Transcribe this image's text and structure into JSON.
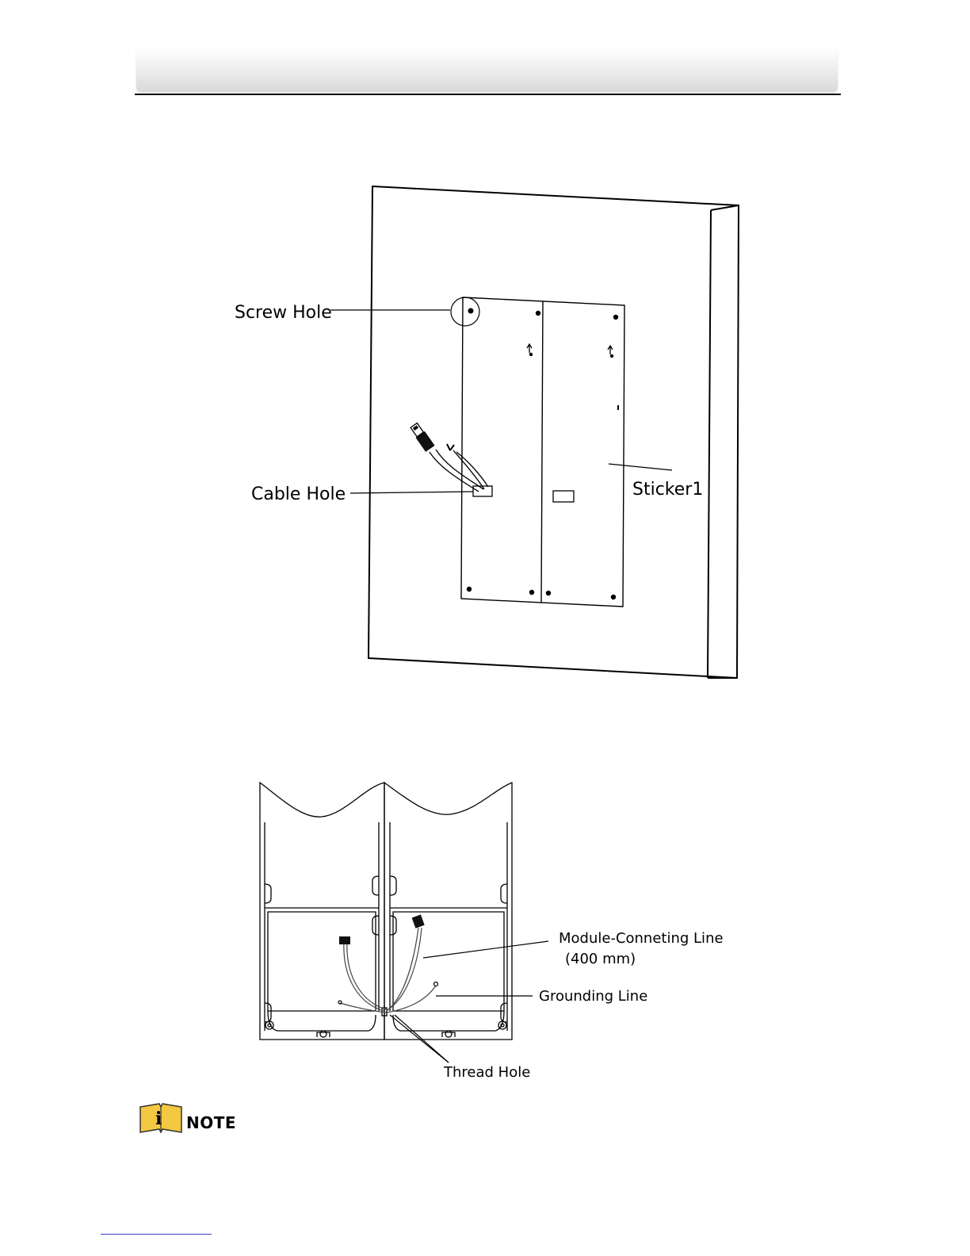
{
  "figure1": {
    "labels": {
      "screw_hole": "Screw Hole",
      "cable_hole": "Cable Hole",
      "sticker": "Sticker1"
    }
  },
  "figure2": {
    "labels": {
      "module_line": "Module-Conneting Line",
      "module_line_length": "(400 mm)",
      "grounding_line": "Grounding Line",
      "thread_hole": "Thread Hole"
    }
  },
  "note": {
    "icon": "info-book-icon",
    "icon_glyph": "i",
    "label": "NOTE",
    "icon_color": "#f5c842"
  }
}
